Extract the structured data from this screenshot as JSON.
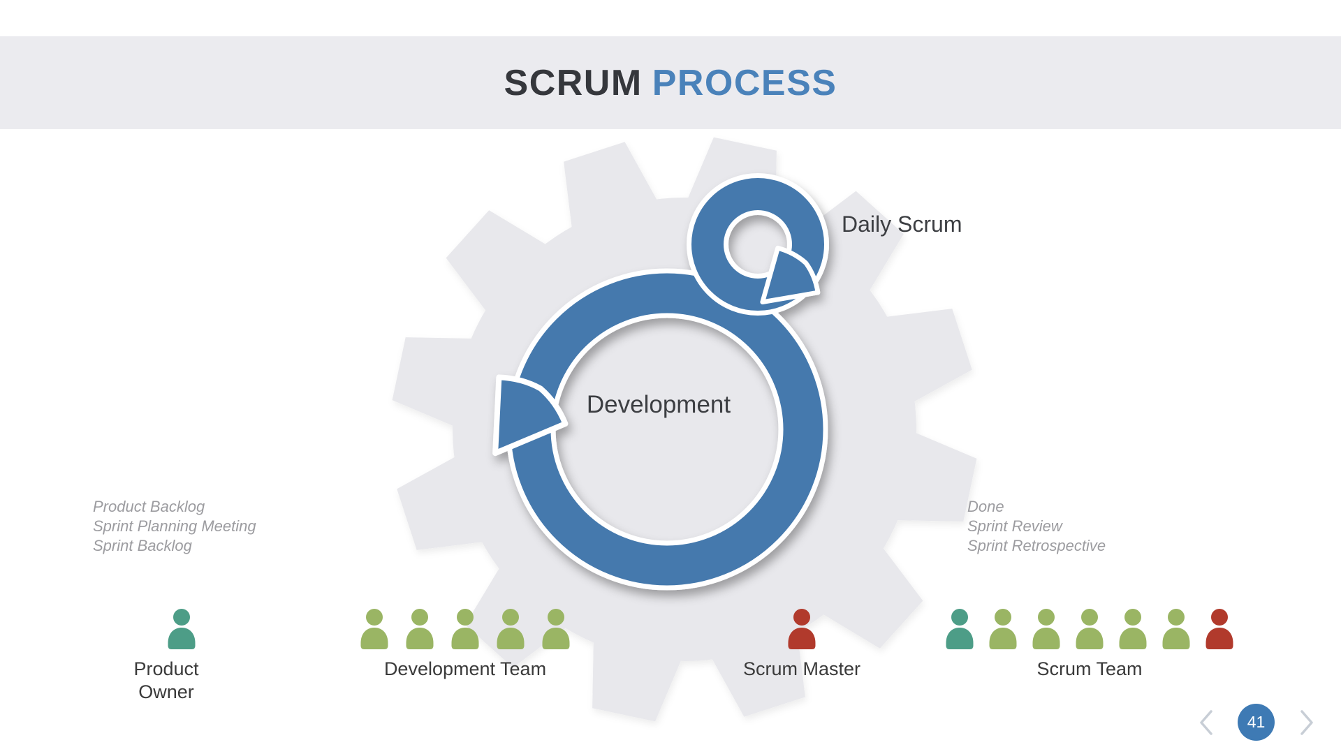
{
  "slide": {
    "title_dark": "SCRUM",
    "title_accent": "PROCESS"
  },
  "diagram": {
    "center_label": "Development",
    "top_label": "Daily Scrum",
    "left_notes": [
      "Product Backlog",
      "Sprint Planning Meeting",
      "Sprint Backlog"
    ],
    "right_notes": [
      "Done",
      "Sprint Review",
      "Sprint Retrospective"
    ]
  },
  "roles": [
    {
      "label": "Product Owner",
      "people": [
        "teal"
      ]
    },
    {
      "label": "Development Team",
      "people": [
        "green",
        "green",
        "green",
        "green",
        "green"
      ]
    },
    {
      "label": "Scrum Master",
      "people": [
        "red"
      ]
    },
    {
      "label": "Scrum Team",
      "people": [
        "teal",
        "green",
        "green",
        "green",
        "green",
        "green",
        "red"
      ]
    }
  ],
  "palette": {
    "band": "#ebebef",
    "gear": "#e8e8ec",
    "loop_blue": "#4579ad",
    "title_blue": "#4a82ba",
    "text_dark": "#3c3e42",
    "notes_gray": "#9c9ca0",
    "teal": "#4d9d87",
    "green": "#9ab564",
    "red": "#b13a2c",
    "chevron": "#c8ced6",
    "badge_blue": "#3e7ab4"
  },
  "pagination": {
    "prev_icon": "chevron-left",
    "next_icon": "chevron-right",
    "page": "41"
  }
}
